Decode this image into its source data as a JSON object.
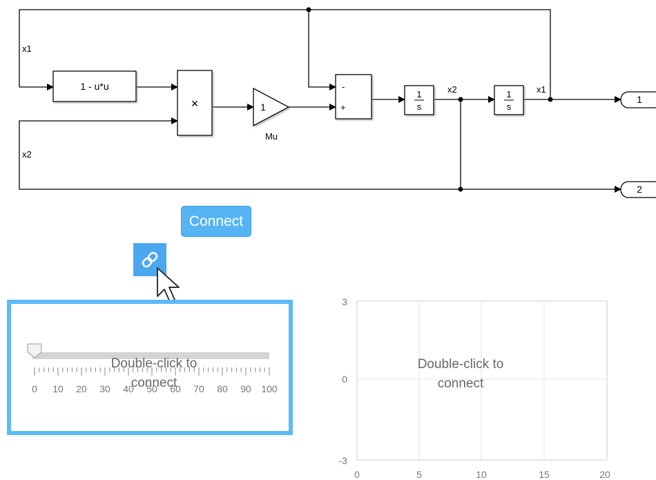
{
  "diagram": {
    "blocks": {
      "fcn": "1 - u*u",
      "product": "×",
      "gain_value": "1",
      "gain_name": "Mu",
      "sum_minus": "-",
      "sum_plus": "+",
      "integrator1_num": "1",
      "integrator1_den": "s",
      "integrator2_num": "1",
      "integrator2_den": "s",
      "outport1": "1",
      "outport2": "2"
    },
    "signals": {
      "x1_left": "x1",
      "x2_left": "x2",
      "x2_mid": "x2",
      "x1_right": "x1"
    }
  },
  "connect_button": {
    "label": "Connect"
  },
  "link_button": {
    "icon": "link-icon"
  },
  "slider_widget": {
    "overlay_line1": "Double-click to",
    "overlay_line2": "connect",
    "ticks": [
      "0",
      "10",
      "20",
      "30",
      "40",
      "50",
      "60",
      "70",
      "80",
      "90",
      "100"
    ],
    "value": 0
  },
  "scope_widget": {
    "overlay_line1": "Double-click to",
    "overlay_line2": "connect",
    "y_ticks": [
      "3",
      "0",
      "-3"
    ],
    "x_ticks": [
      "0",
      "5",
      "10",
      "15",
      "20"
    ]
  }
}
